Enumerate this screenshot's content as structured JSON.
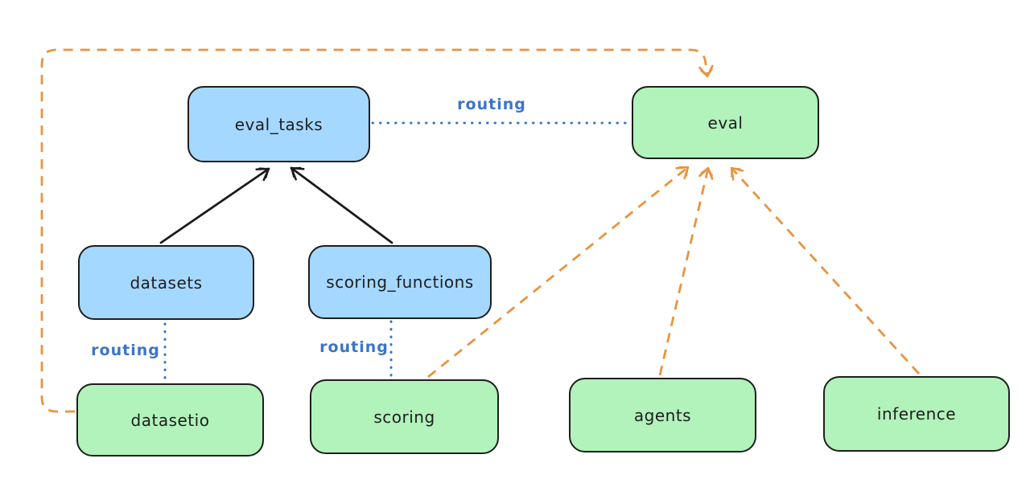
{
  "diagram": {
    "background": "#ffffff",
    "colors": {
      "blue_node_fill": "#a5d8ff",
      "green_node_fill": "#b2f2bb",
      "node_stroke": "#1e1e1e",
      "routing_blue": "#3b75c9",
      "provider_orange": "#e8943f",
      "solid_arrow_black": "#1b1b1b"
    },
    "nodes": [
      {
        "id": "eval_tasks",
        "label": "eval_tasks",
        "color": "blue"
      },
      {
        "id": "eval",
        "label": "eval",
        "color": "green"
      },
      {
        "id": "datasets",
        "label": "datasets",
        "color": "blue"
      },
      {
        "id": "scoring_functions",
        "label": "scoring_functions",
        "color": "blue"
      },
      {
        "id": "datasetio",
        "label": "datasetio",
        "color": "green"
      },
      {
        "id": "scoring",
        "label": "scoring",
        "color": "green"
      },
      {
        "id": "agents",
        "label": "agents",
        "color": "green"
      },
      {
        "id": "inference",
        "label": "inference",
        "color": "green"
      }
    ],
    "edges": [
      {
        "from": "datasets",
        "to": "eval_tasks",
        "style": "solid",
        "color": "black",
        "arrow": true,
        "label": ""
      },
      {
        "from": "scoring_functions",
        "to": "eval_tasks",
        "style": "solid",
        "color": "black",
        "arrow": true,
        "label": ""
      },
      {
        "from": "eval_tasks",
        "to": "eval",
        "style": "dotted",
        "color": "blue",
        "arrow": false,
        "label": "routing"
      },
      {
        "from": "datasets",
        "to": "datasetio",
        "style": "dotted",
        "color": "blue",
        "arrow": false,
        "label": "routing"
      },
      {
        "from": "scoring_functions",
        "to": "scoring",
        "style": "dotted",
        "color": "blue",
        "arrow": false,
        "label": "routing"
      },
      {
        "from": "datasetio",
        "to": "eval",
        "style": "dashed",
        "color": "orange",
        "arrow": true,
        "label": "",
        "route": "around-left-and-top"
      },
      {
        "from": "scoring",
        "to": "eval",
        "style": "dashed",
        "color": "orange",
        "arrow": true,
        "label": ""
      },
      {
        "from": "agents",
        "to": "eval",
        "style": "dashed",
        "color": "orange",
        "arrow": true,
        "label": ""
      },
      {
        "from": "inference",
        "to": "eval",
        "style": "dashed",
        "color": "orange",
        "arrow": true,
        "label": ""
      }
    ]
  }
}
